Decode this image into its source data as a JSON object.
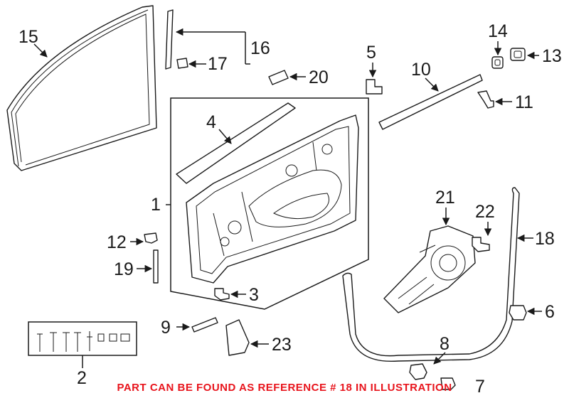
{
  "diagram": {
    "callouts": {
      "c1": "1",
      "c2": "2",
      "c3": "3",
      "c4": "4",
      "c5": "5",
      "c6": "6",
      "c7": "7",
      "c8": "8",
      "c9": "9",
      "c10": "10",
      "c11": "11",
      "c12": "12",
      "c13": "13",
      "c14": "14",
      "c15": "15",
      "c16": "16",
      "c17": "17",
      "c18": "18",
      "c19": "19",
      "c20": "20",
      "c21": "21",
      "c22": "22",
      "c23": "23"
    }
  },
  "footer": {
    "note": "PART CAN BE FOUND AS REFERENCE # 18 IN ILLUSTRATION",
    "color": "#e8141c"
  }
}
